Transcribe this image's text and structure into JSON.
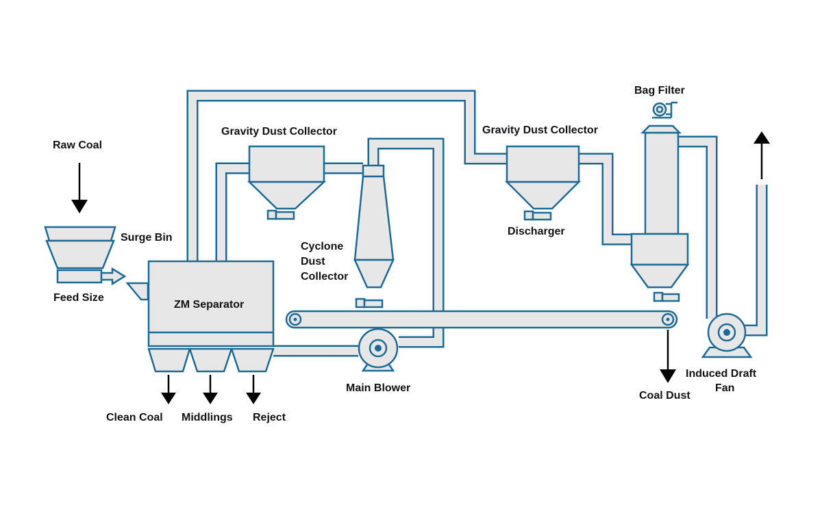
{
  "colors": {
    "outline": "#1b6a96",
    "fill": "#e7e7e7",
    "arrow": "#000000",
    "text": "#111111",
    "background": "#ffffff"
  },
  "labels": {
    "raw_coal": "Raw Coal",
    "surge_bin": "Surge Bin",
    "feed_size": "Feed Size",
    "zm_separator": "ZM Separator",
    "gravity_dust_collector_1": "Gravity Dust Collector",
    "gravity_dust_collector_2": "Gravity Dust Collector",
    "cyclone_dust_collector": [
      "Cyclone",
      "Dust",
      "Collector"
    ],
    "discharger": "Discharger",
    "bag_filter": "Bag Filter",
    "main_blower": "Main Blower",
    "coal_dust": "Coal Dust",
    "induced_draft_fan": [
      "Induced Draft",
      "Fan"
    ],
    "clean_coal": "Clean Coal",
    "middlings": "Middlings",
    "reject": "Reject"
  }
}
